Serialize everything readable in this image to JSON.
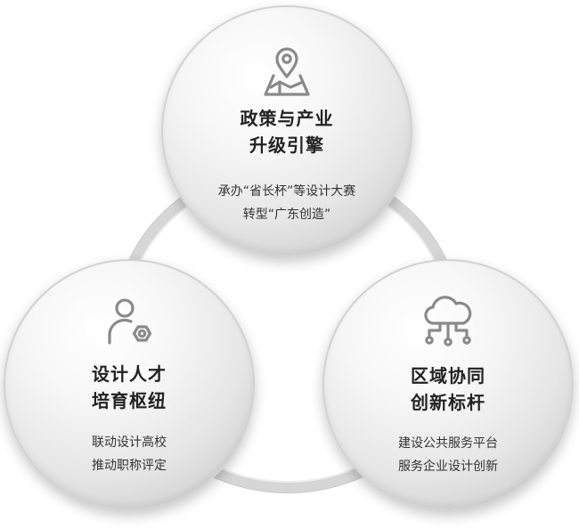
{
  "circles": {
    "top": {
      "icon": "map-pin-icon",
      "title": [
        "政策与产业",
        "升级引擎"
      ],
      "desc": [
        "承办“省长杯”等设计大赛",
        "转型“广东创造”"
      ]
    },
    "left": {
      "icon": "talent-gear-icon",
      "title": [
        "设计人才",
        "培育枢纽"
      ],
      "desc": [
        "联动设计高校",
        "推动职称评定"
      ]
    },
    "right": {
      "icon": "cloud-network-icon",
      "title": [
        "区域协同",
        "创新标杆"
      ],
      "desc": [
        "建设公共服务平台",
        "服务企业设计创新"
      ]
    }
  },
  "colors": {
    "icon": "#8a8a8a",
    "title": "#222222",
    "desc": "#333333",
    "ring": "#d6d6d6"
  }
}
